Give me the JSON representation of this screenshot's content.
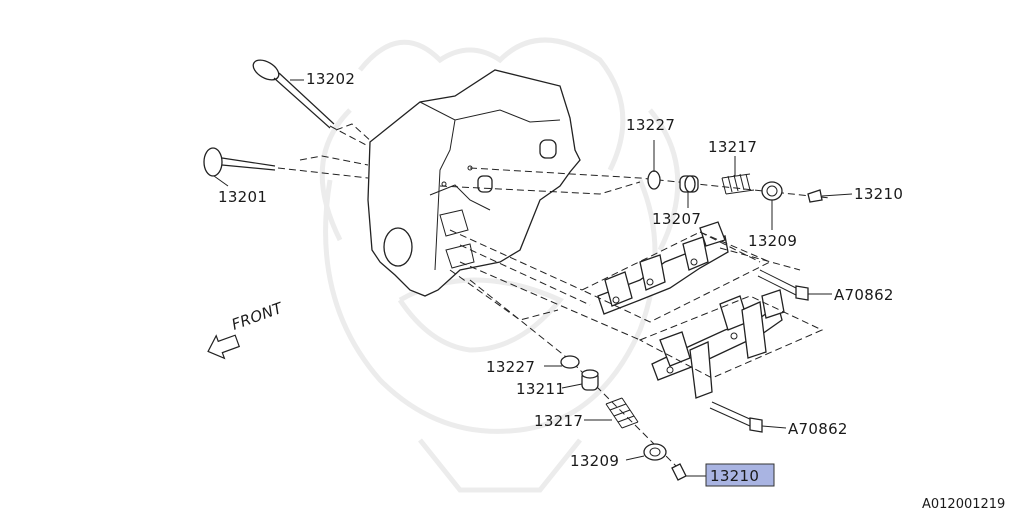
{
  "labels": {
    "p13202": "13202",
    "p13201": "13201",
    "p13227_top": "13227",
    "p13217_top": "13217",
    "p13210_top": "13210",
    "p13207": "13207",
    "p13209_top": "13209",
    "a70862_top": "A70862",
    "a70862_bot": "A70862",
    "p13227_bot": "13227",
    "p13211": "13211",
    "p13217_bot": "13217",
    "p13209_bot": "13209",
    "p13210_bot": "13210"
  },
  "front_label": "FRONT",
  "diagram_code": "A012001219",
  "highlight_color": "#a9b4e2"
}
